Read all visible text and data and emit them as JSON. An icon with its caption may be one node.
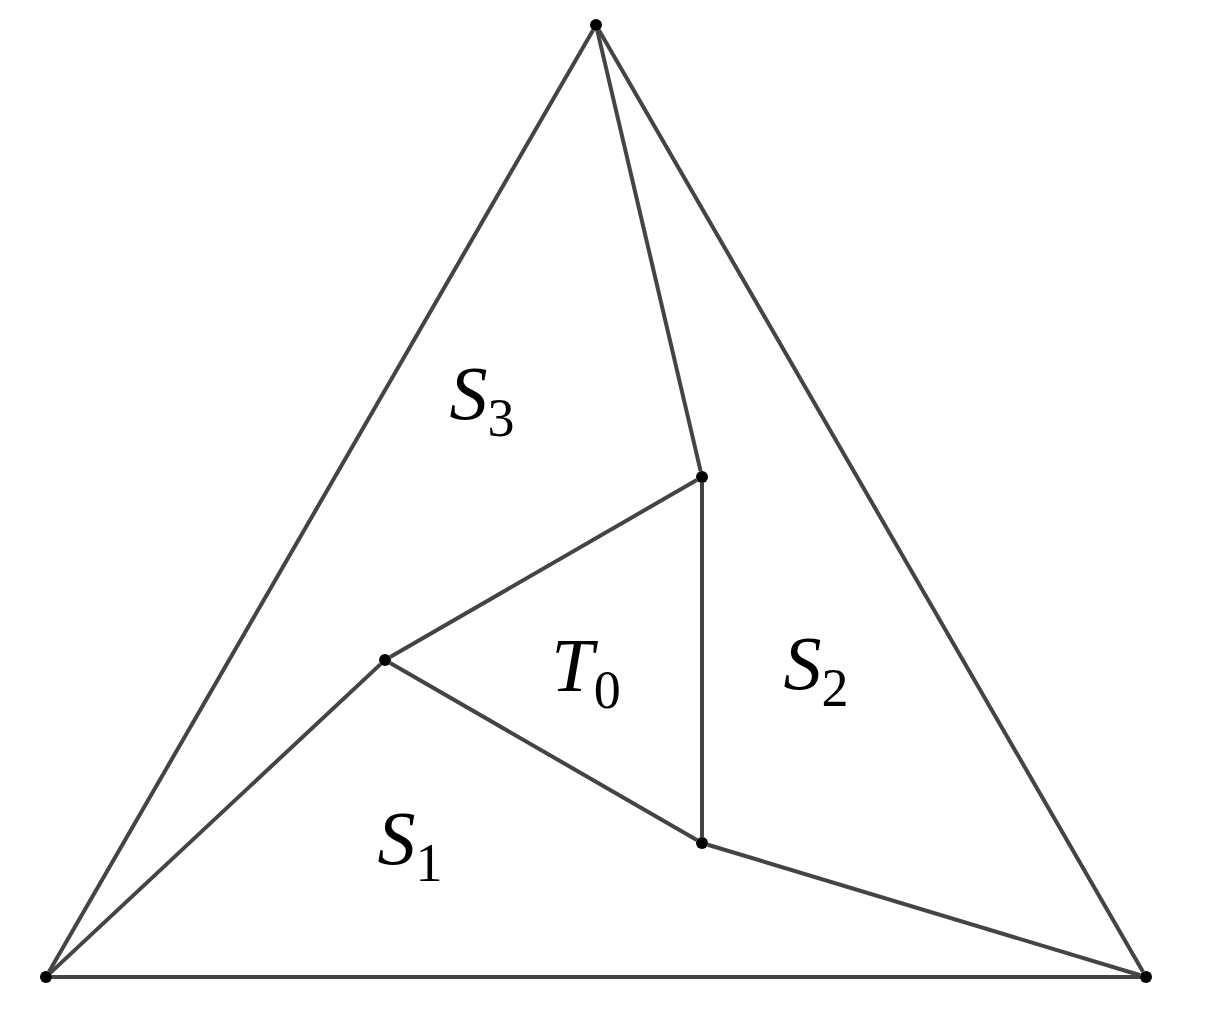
{
  "diagram": {
    "nodes": [
      {
        "text": [],
        "shape": "circle"
      },
      {
        "text": [],
        "shape": "circle"
      },
      {
        "text": [],
        "shape": "circle"
      },
      {
        "text": [],
        "shape": "circle"
      },
      {
        "text": [],
        "shape": "circle"
      },
      {
        "text": [],
        "shape": "circle"
      }
    ],
    "edges": [
      {
        "from": 0,
        "to": 4,
        "arrow": "none"
      },
      {
        "from": 0,
        "to": 5,
        "arrow": "none"
      },
      {
        "from": 4,
        "to": 5,
        "arrow": "none"
      },
      {
        "from": 0,
        "to": 1,
        "arrow": "none"
      },
      {
        "from": 4,
        "to": 2,
        "arrow": "none"
      },
      {
        "from": 5,
        "to": 3,
        "arrow": "none"
      },
      {
        "from": 2,
        "to": 1,
        "arrow": "none"
      },
      {
        "from": 1,
        "to": 3,
        "arrow": "none"
      },
      {
        "from": 3,
        "to": 2,
        "arrow": "none"
      }
    ],
    "labels": [
      "*S*$_{3}$",
      "*T*$_{0}$",
      "*S*$_{2}$",
      "*S*$_{1}$"
    ]
  }
}
